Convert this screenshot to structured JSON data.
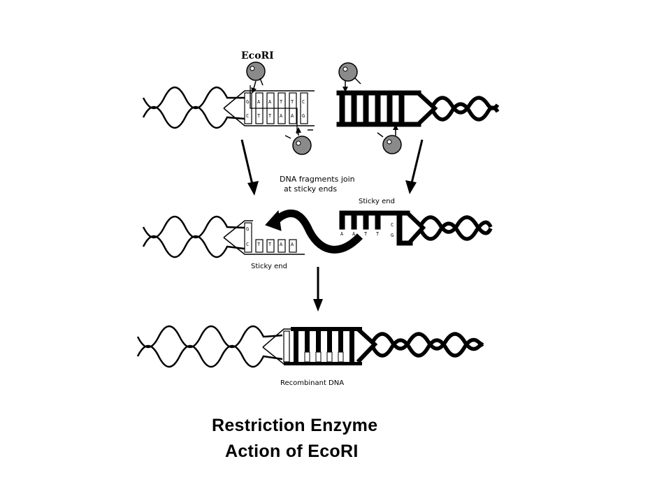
{
  "enzyme_label": "EcoRI",
  "annotations": {
    "join_line1": "DNA fragments join",
    "join_line2": "at sticky ends",
    "sticky_end_right": "Sticky end",
    "sticky_end_left": "Sticky end",
    "recombinant": "Recombinant DNA"
  },
  "title": {
    "line1": "Restriction Enzyme",
    "line2": "Action of EcoRI"
  },
  "recognition_site": {
    "top_strand": [
      "G",
      "A",
      "A",
      "T",
      "T",
      "C"
    ],
    "bottom_strand": [
      "C",
      "T",
      "T",
      "A",
      "A",
      "G"
    ]
  },
  "left_fragment_bases": {
    "overhang": [
      "T",
      "T",
      "A",
      "A"
    ],
    "paired_top": "G",
    "paired_bottom": "C"
  },
  "right_fragment_bases": {
    "overhang": [
      "A",
      "A",
      "T",
      "T"
    ],
    "paired_top": "C",
    "paired_bottom": "G"
  },
  "colors": {
    "ink": "#000000",
    "background": "#ffffff",
    "enzyme_fill": "#8a8a8a"
  }
}
